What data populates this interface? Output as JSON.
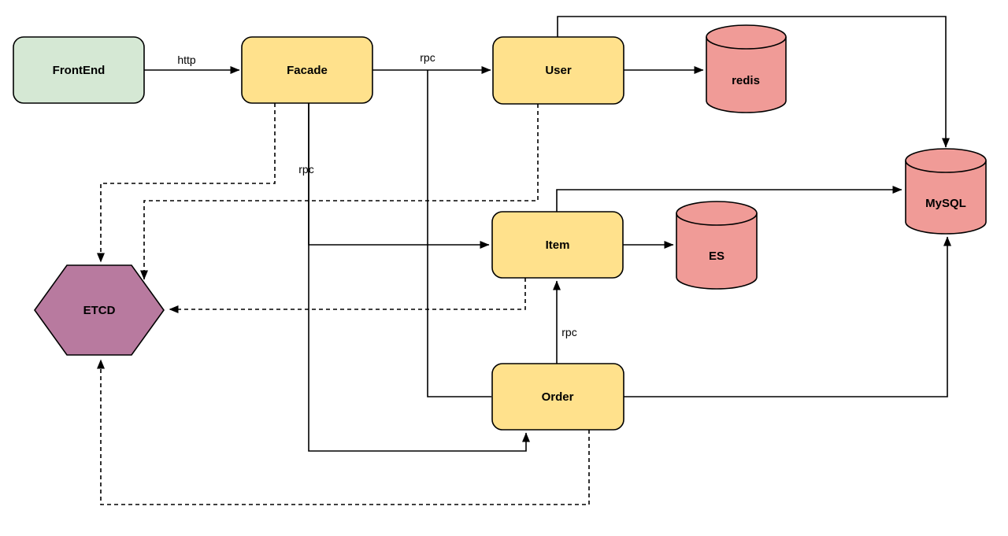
{
  "diagram": {
    "type": "architecture-flow-diagram",
    "colors": {
      "background": "#FFFFFF",
      "stroke": "#000000",
      "frontend_fill": "#D5E8D4",
      "service_fill": "#FFE18C",
      "datastore_fill": "#F09B97",
      "registry_fill": "#B87A9F"
    },
    "nodes": [
      {
        "id": "frontend",
        "label": "FrontEnd",
        "shape": "rounded-rect"
      },
      {
        "id": "facade",
        "label": "Facade",
        "shape": "rounded-rect"
      },
      {
        "id": "user",
        "label": "User",
        "shape": "rounded-rect"
      },
      {
        "id": "item",
        "label": "Item",
        "shape": "rounded-rect"
      },
      {
        "id": "order",
        "label": "Order",
        "shape": "rounded-rect"
      },
      {
        "id": "redis",
        "label": "redis",
        "shape": "cylinder"
      },
      {
        "id": "es",
        "label": "ES",
        "shape": "cylinder"
      },
      {
        "id": "mysql",
        "label": "MySQL",
        "shape": "cylinder"
      },
      {
        "id": "etcd",
        "label": "ETCD",
        "shape": "hexagon"
      }
    ],
    "edges": [
      {
        "from": "FrontEnd",
        "to": "Facade",
        "style": "solid",
        "label": "http"
      },
      {
        "from": "Facade",
        "to": "User",
        "style": "solid",
        "label": "rpc"
      },
      {
        "from": "Facade",
        "to": "Item",
        "style": "solid",
        "label": "rpc"
      },
      {
        "from": "Facade",
        "to": "Order",
        "style": "solid",
        "label": "",
        "note": "routed under diagram into Order bottom"
      },
      {
        "from": "Facade",
        "to": "Order",
        "style": "solid",
        "label": "",
        "note": "branch from Facade-User line into Order left, no arrowhead"
      },
      {
        "from": "User",
        "to": "redis",
        "style": "solid",
        "label": ""
      },
      {
        "from": "User",
        "to": "MySQL",
        "style": "solid",
        "label": ""
      },
      {
        "from": "Item",
        "to": "ES",
        "style": "solid",
        "label": ""
      },
      {
        "from": "Item",
        "to": "MySQL",
        "style": "solid",
        "label": ""
      },
      {
        "from": "Order",
        "to": "Item",
        "style": "solid",
        "label": "rpc"
      },
      {
        "from": "Order",
        "to": "MySQL",
        "style": "solid",
        "label": ""
      },
      {
        "from": "Facade",
        "to": "ETCD",
        "style": "dashed",
        "label": ""
      },
      {
        "from": "User",
        "to": "ETCD",
        "style": "dashed",
        "label": ""
      },
      {
        "from": "Item",
        "to": "ETCD",
        "style": "dashed",
        "label": ""
      },
      {
        "from": "Order",
        "to": "ETCD",
        "style": "dashed",
        "label": ""
      }
    ]
  }
}
